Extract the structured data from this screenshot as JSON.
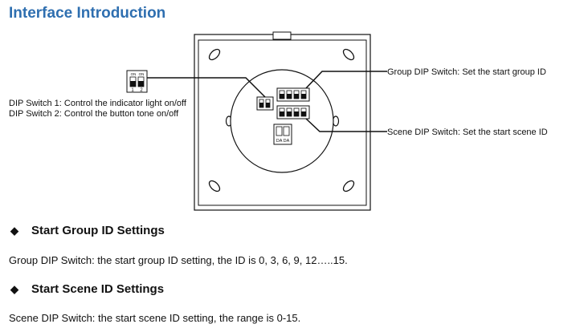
{
  "header": {
    "title": "Interface Introduction"
  },
  "diagram": {
    "dip_note_1": "DIP Switch 1: Control the indicator light on/off",
    "dip_note_2": "DIP Switch 2: Control the button tone on/off",
    "small_dip_top_labels": [
      "ON",
      "ON"
    ],
    "small_dip_bottom_labels": [
      "1",
      "2"
    ],
    "group_callout": "Group DIP Switch: Set the start group ID",
    "scene_callout": "Scene DIP Switch: Set the start scene ID",
    "connector_label": "DA DA"
  },
  "sections": [
    {
      "heading": "Start Group ID Settings",
      "text": "Group DIP Switch: the start group ID setting, the ID is 0, 3, 6, 9, 12…..15."
    },
    {
      "heading": "Start Scene ID Settings",
      "text": "Scene DIP Switch: the start scene ID setting, the range is 0-15."
    }
  ],
  "bullet_icon": "diamond-bullet-icon"
}
